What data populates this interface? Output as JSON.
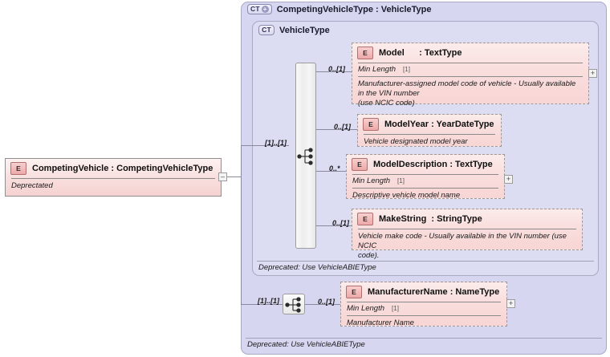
{
  "diagram": {
    "kind": "xsd-schema-diagram",
    "root_element": {
      "icon": "E",
      "icon_name": "element-icon",
      "title": "CompetingVehicle : CompetingVehicleType",
      "annotation": "Deprectated",
      "collapse_toggle": "–"
    },
    "outer_type": {
      "badge": "CT",
      "badge_suffix": "+",
      "badge_name": "complex-type-expandable-icon",
      "title": "CompetingVehicleType : VehicleType",
      "footer": "Deprecated: Use VehicleABIEType"
    },
    "inner_type": {
      "badge": "CT",
      "badge_name": "complex-type-icon",
      "title": "VehicleType",
      "footer": "Deprecated: Use VehicleABIEType"
    },
    "compositors": [
      {
        "name": "vehicletype-sequence",
        "symbol": "sequence",
        "cardinality": "[1]..[1]"
      },
      {
        "name": "manufacturername-sequence",
        "symbol": "sequence",
        "cardinality": "[1]..[1]"
      }
    ],
    "elements": [
      {
        "id": "model",
        "icon": "E",
        "name": "Model",
        "separator": ":",
        "type": "TextType",
        "title": "Model      : TextType",
        "cardinality": "0..[1]",
        "facet_label": "Min Length",
        "facet_value": "[1]",
        "description": "Manufacturer-assigned model code of vehicle - Usually available in the VIN number\n(use NCIC code)",
        "expander": "+"
      },
      {
        "id": "model-year",
        "icon": "E",
        "name": "ModelYear",
        "separator": ":",
        "type": "YearDateType",
        "title": "ModelYear : YearDateType",
        "cardinality": "0..[1]",
        "facet_label": "",
        "facet_value": "",
        "description": "Vehicle designated model year",
        "expander": ""
      },
      {
        "id": "model-description",
        "icon": "E",
        "name": "ModelDescription",
        "separator": ":",
        "type": "TextType",
        "title": "ModelDescription : TextType",
        "cardinality": "0..*",
        "facet_label": "Min Length",
        "facet_value": "[1]",
        "description": "Descriptive vehicle model name",
        "expander": "+"
      },
      {
        "id": "make-string",
        "icon": "E",
        "name": "MakeString",
        "separator": ":",
        "type": "StringType",
        "title": "MakeString  : StringType",
        "cardinality": "0..[1]",
        "facet_label": "",
        "facet_value": "",
        "description": "Vehicle make code - Usually available in the VIN number (use NCIC\ncode).",
        "expander": ""
      },
      {
        "id": "manufacturer-name",
        "icon": "E",
        "name": "ManufacturerName",
        "separator": ":",
        "type": "NameType",
        "title": "ManufacturerName : NameType",
        "cardinality": "0..[1]",
        "facet_label": "Min Length",
        "facet_value": "[1]",
        "description": "Manufacturer Name",
        "expander": "+"
      }
    ],
    "colors": {
      "container_fill": "#d6d6f0",
      "inner_fill": "#dcdcf3",
      "container_border": "#a9a9c4",
      "element_fill": "#f8dedd",
      "element_border": "#8f8f8f",
      "icon_fill": "#eda9a8",
      "connector": "#8a8a9e"
    }
  }
}
